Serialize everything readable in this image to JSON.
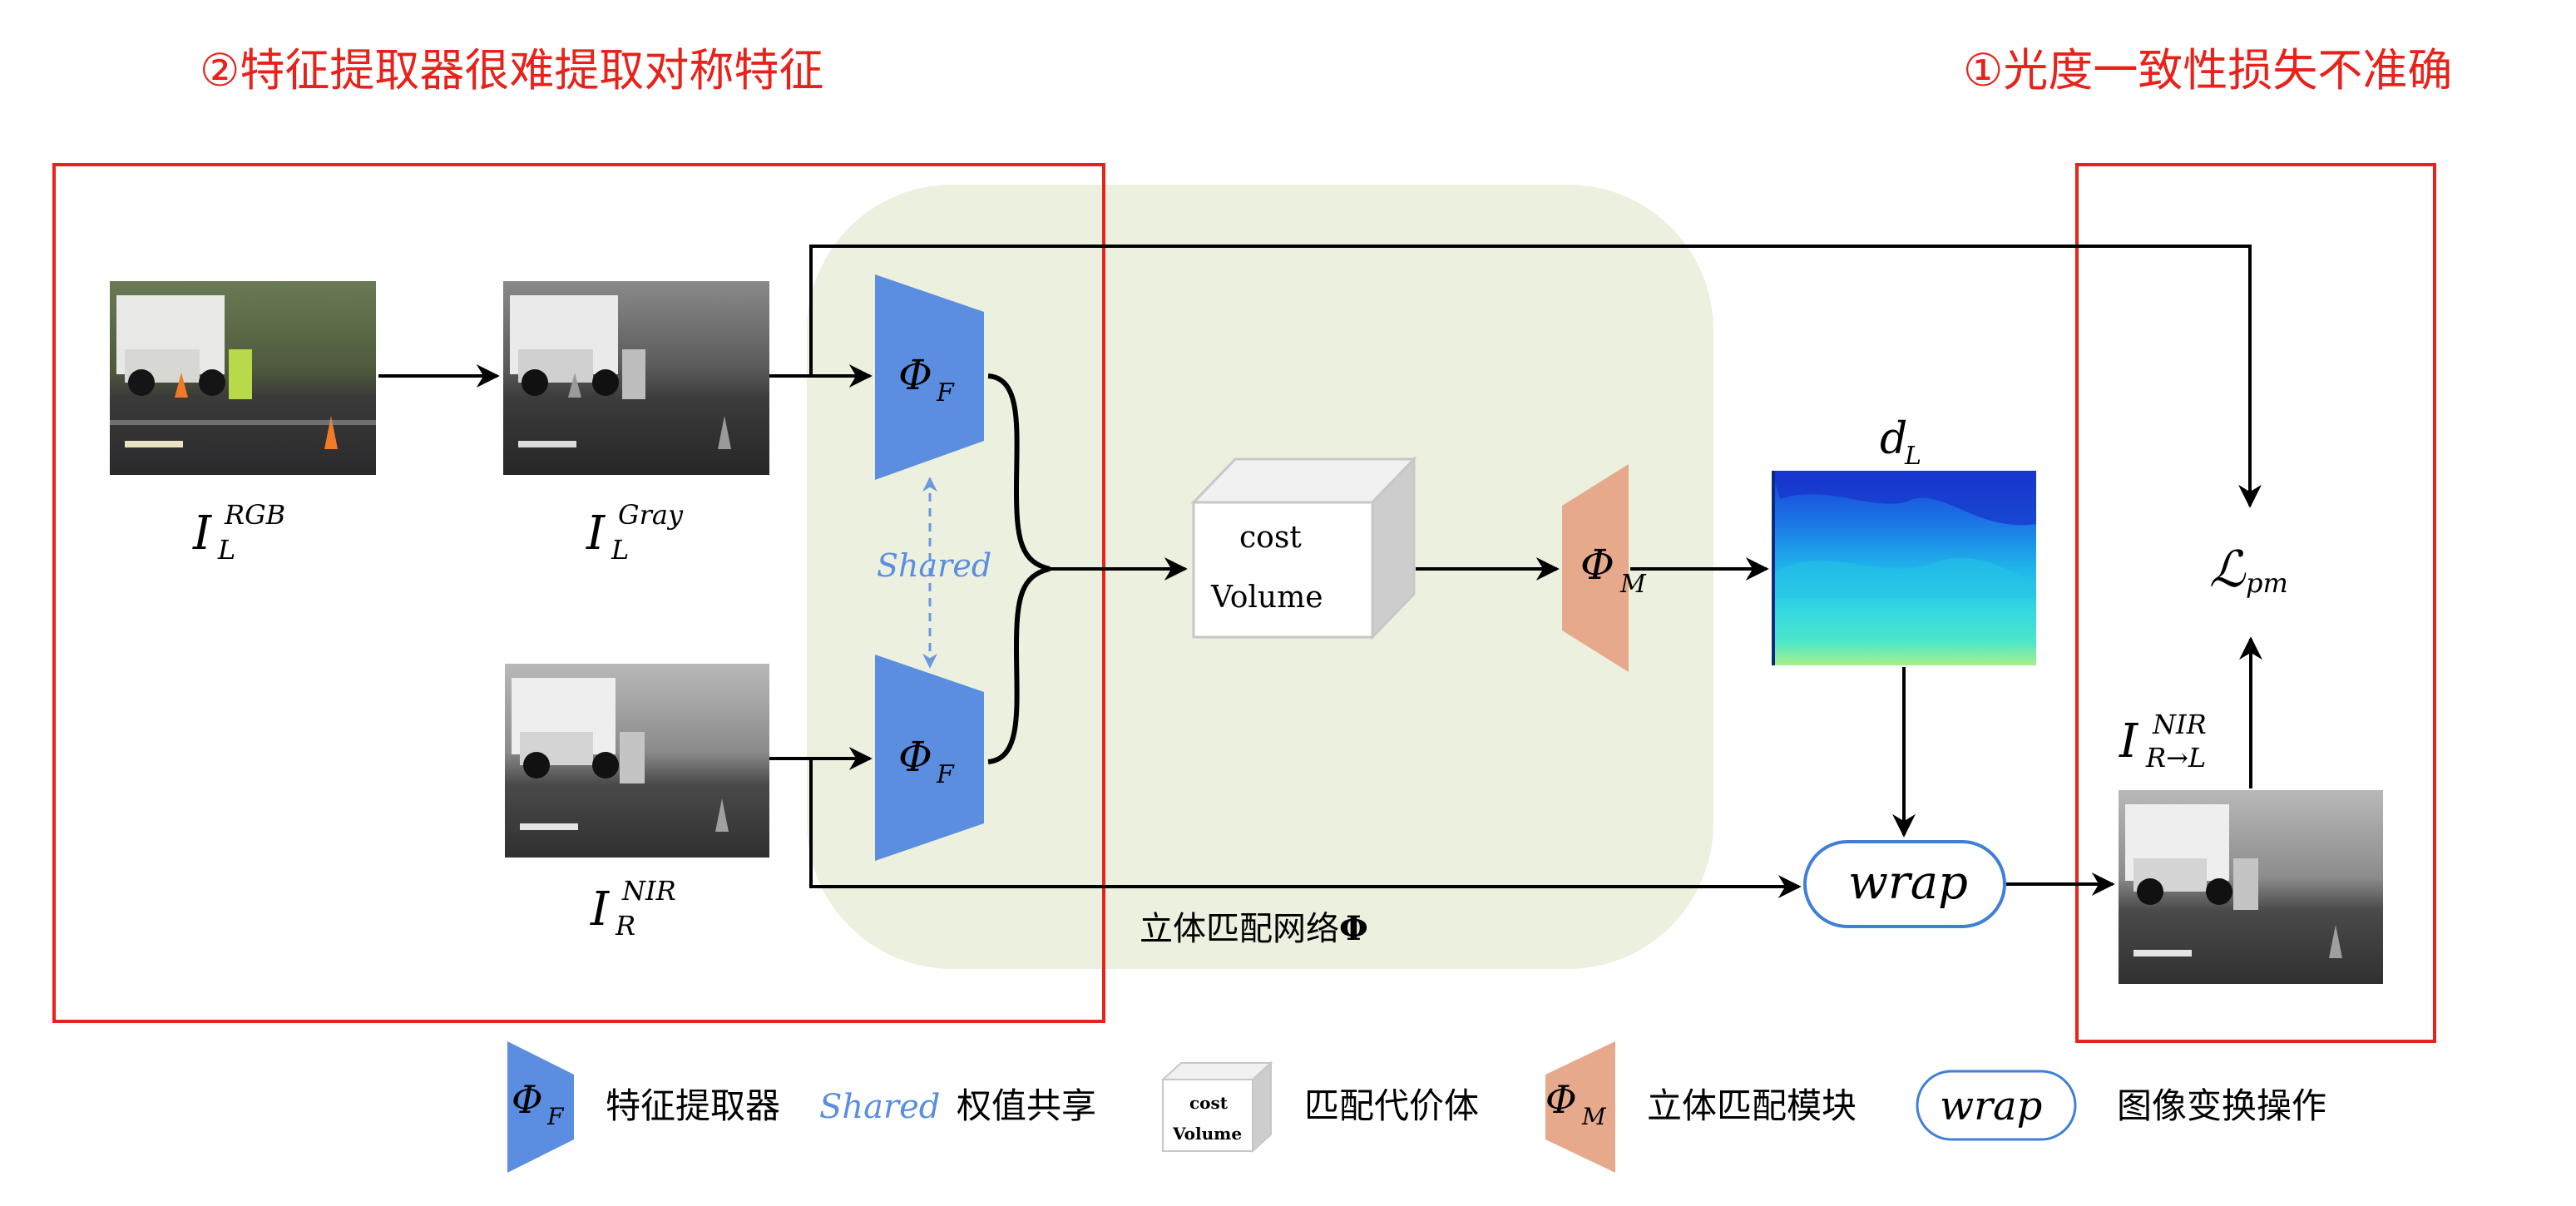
{
  "annotations": {
    "problem_features": "②特征提取器很难提取对称特征",
    "problem_photometric": "①光度一致性损失不准确"
  },
  "images": {
    "rgb_label": {
      "main": "I",
      "sup": "RGB",
      "sub": "L"
    },
    "gray_label": {
      "main": "I",
      "sup": "Gray",
      "sub": "L"
    },
    "nir_label": {
      "main": "I",
      "sup": "NIR",
      "sub": "R"
    },
    "warped_label": {
      "main": "I",
      "sup": "NIR",
      "sub": "R→L"
    }
  },
  "network": {
    "feature_extractor": {
      "main": "Φ",
      "sub": "F"
    },
    "matching_module": {
      "main": "Φ",
      "sub": "M"
    },
    "shared": "Shared",
    "cost_volume": [
      "cost",
      "Volume"
    ],
    "disparity": {
      "main": "d",
      "sub": "L"
    },
    "wrap": "wrap",
    "loss": {
      "main": "ℒ",
      "sub": "pm"
    },
    "caption_text": "立体匹配网络",
    "caption_symbol": "Φ"
  },
  "legend": {
    "feature_extractor": "特征提取器",
    "shared_symbol": "Shared",
    "shared": "权值共享",
    "cost_volume_small": [
      "cost",
      "Volume"
    ],
    "cost_volume": "匹配代价体",
    "matching_module": "立体匹配模块",
    "wrap_symbol": "wrap",
    "wrap": "图像变换操作"
  },
  "colors": {
    "problem_red": "#e8221b",
    "feature_blue": "#5b8de0",
    "matching_salmon": "#e6a98c",
    "network_bg": "#ecf0de",
    "wrap_border": "#3f7fd8",
    "shared_blue": "#5b8de0"
  },
  "icons": {
    "scene_photo": "truck-street-scene-photo",
    "disparity_map": "disparity-heatmap"
  }
}
